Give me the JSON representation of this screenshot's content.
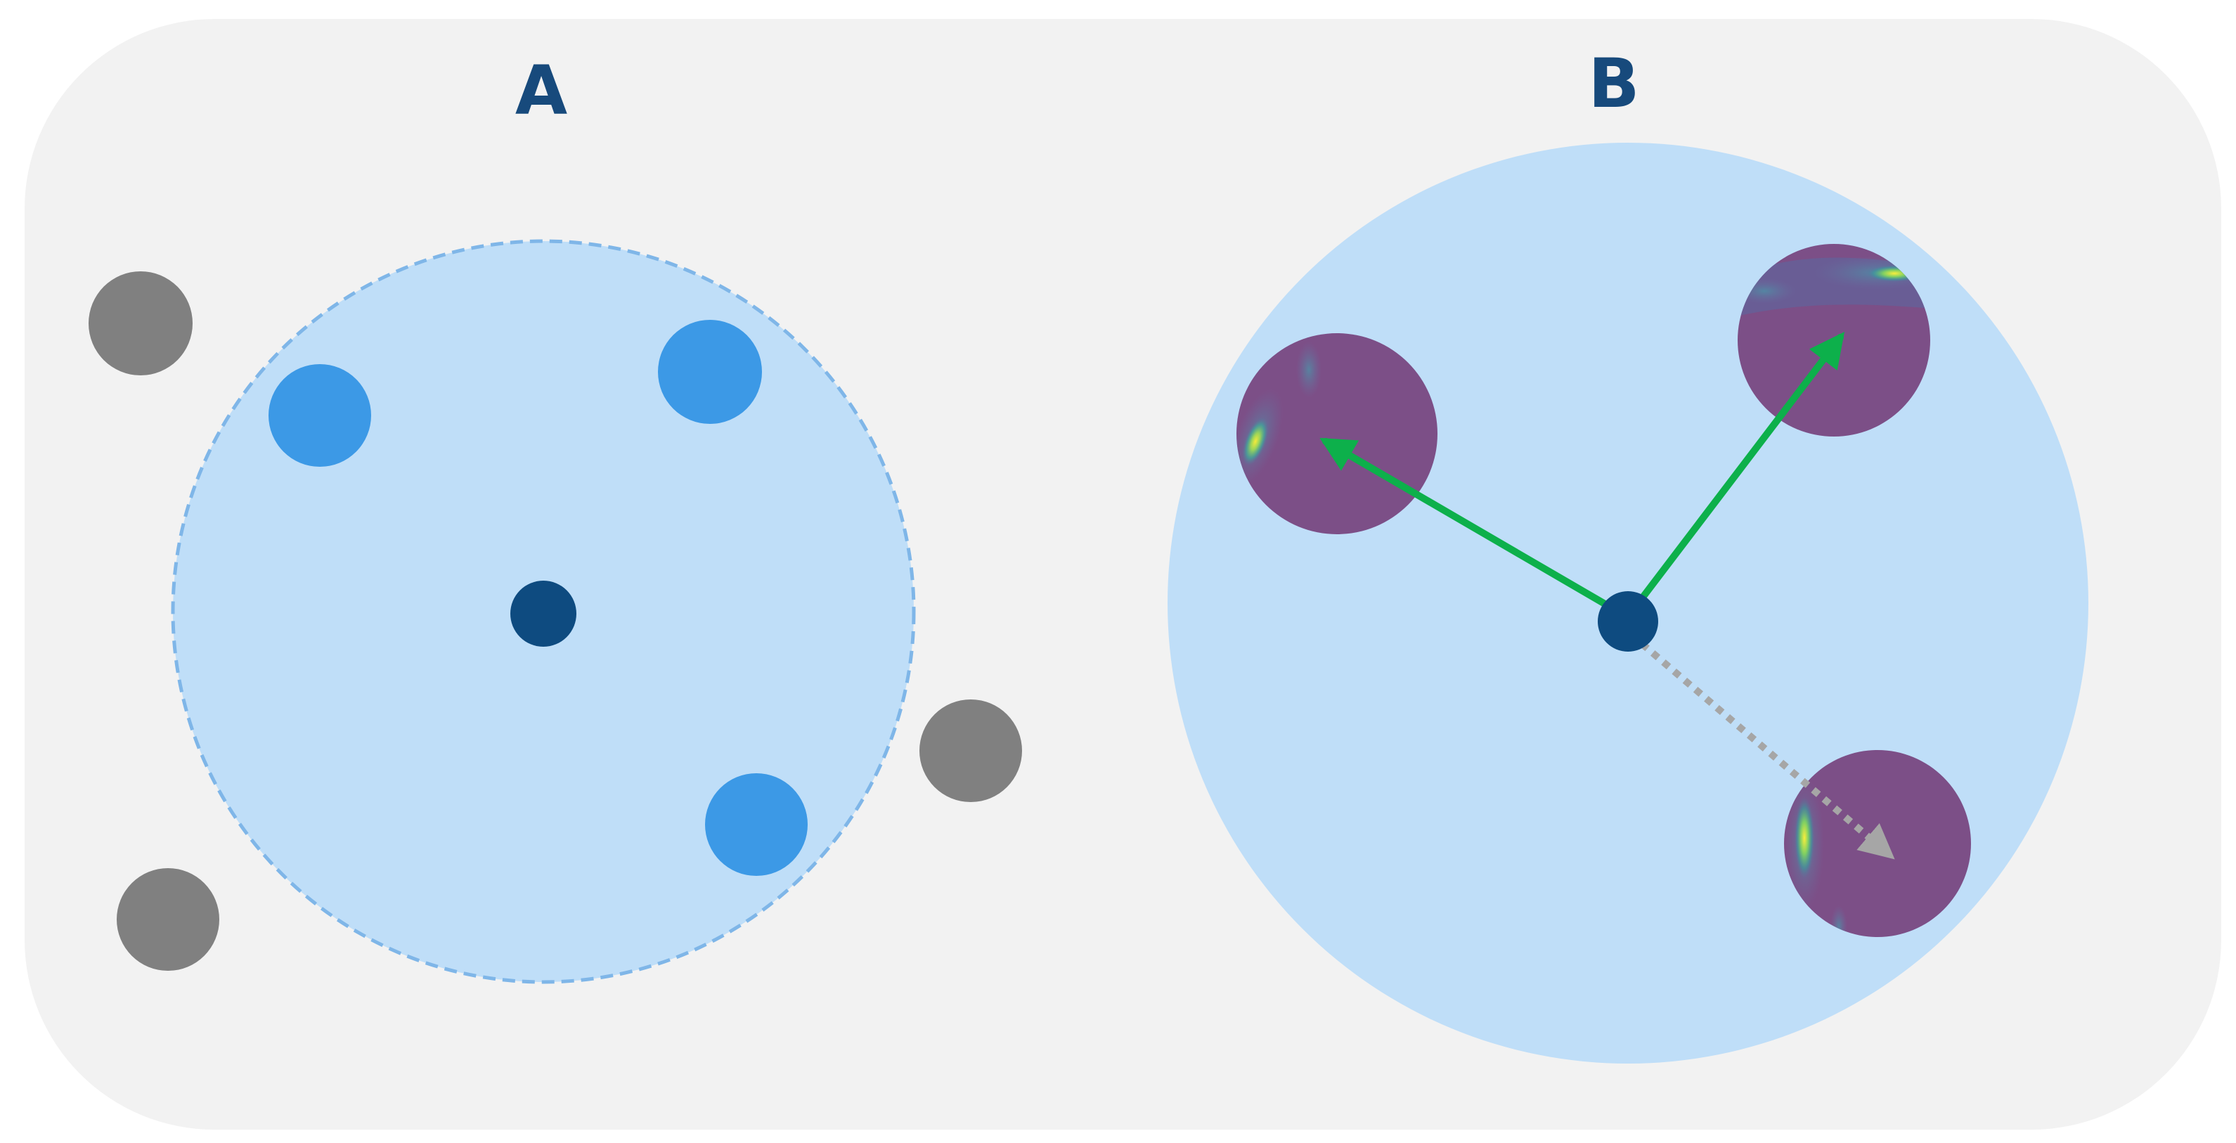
{
  "panels": {
    "a": {
      "label": "A"
    },
    "b": {
      "label": "B"
    }
  },
  "colors": {
    "background_panel": "#f2f2f2",
    "neighborhood_fill": "#bfdef8",
    "neighborhood_border": "#7fb6e8",
    "query_point": "#0e4b80",
    "neighbor_point": "#3c99e6",
    "outside_point": "#808080",
    "attention_map": "#7c4f87",
    "accepted_arrow": "#0db04b",
    "rejected_arrow": "#a6a6a6",
    "label_text": "#174a7c"
  },
  "diagram": {
    "panel_a_points": {
      "neighbors_inside": 3,
      "points_outside": 3
    },
    "panel_b_links": {
      "selected": 2,
      "rejected": 1
    }
  }
}
